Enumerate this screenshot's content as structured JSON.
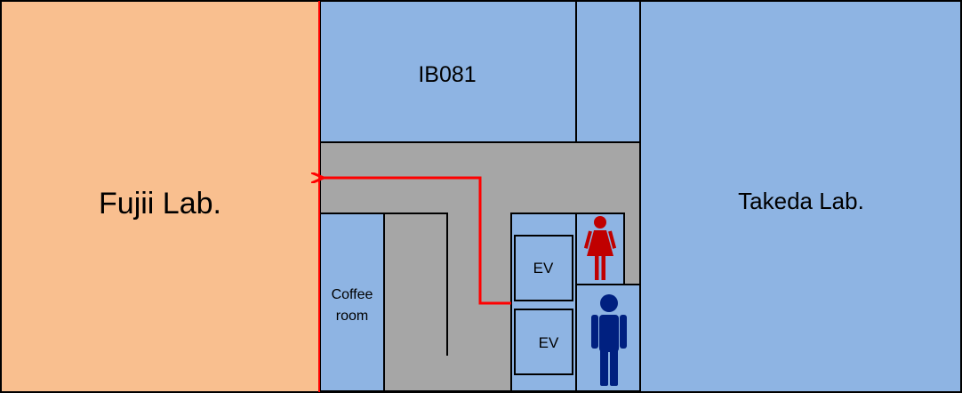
{
  "rooms": {
    "fujii": "Fujii Lab.",
    "ib081": "IB081",
    "takeda": "Takeda Lab.",
    "coffee_line1": "Coffee",
    "coffee_line2": "room",
    "ev_upper": "EV",
    "ev_lower": "EV"
  },
  "colors": {
    "fujii_fill": "#F9BF8F",
    "room_fill": "#8EB4E3",
    "corridor_fill": "#A6A6A6",
    "route_arrow": "#FF0000",
    "female_icon": "#C00000",
    "male_icon": "#002080"
  },
  "icons": {
    "female_restroom": "female-restroom-icon",
    "male_restroom": "male-restroom-icon",
    "route": "route-arrow"
  }
}
